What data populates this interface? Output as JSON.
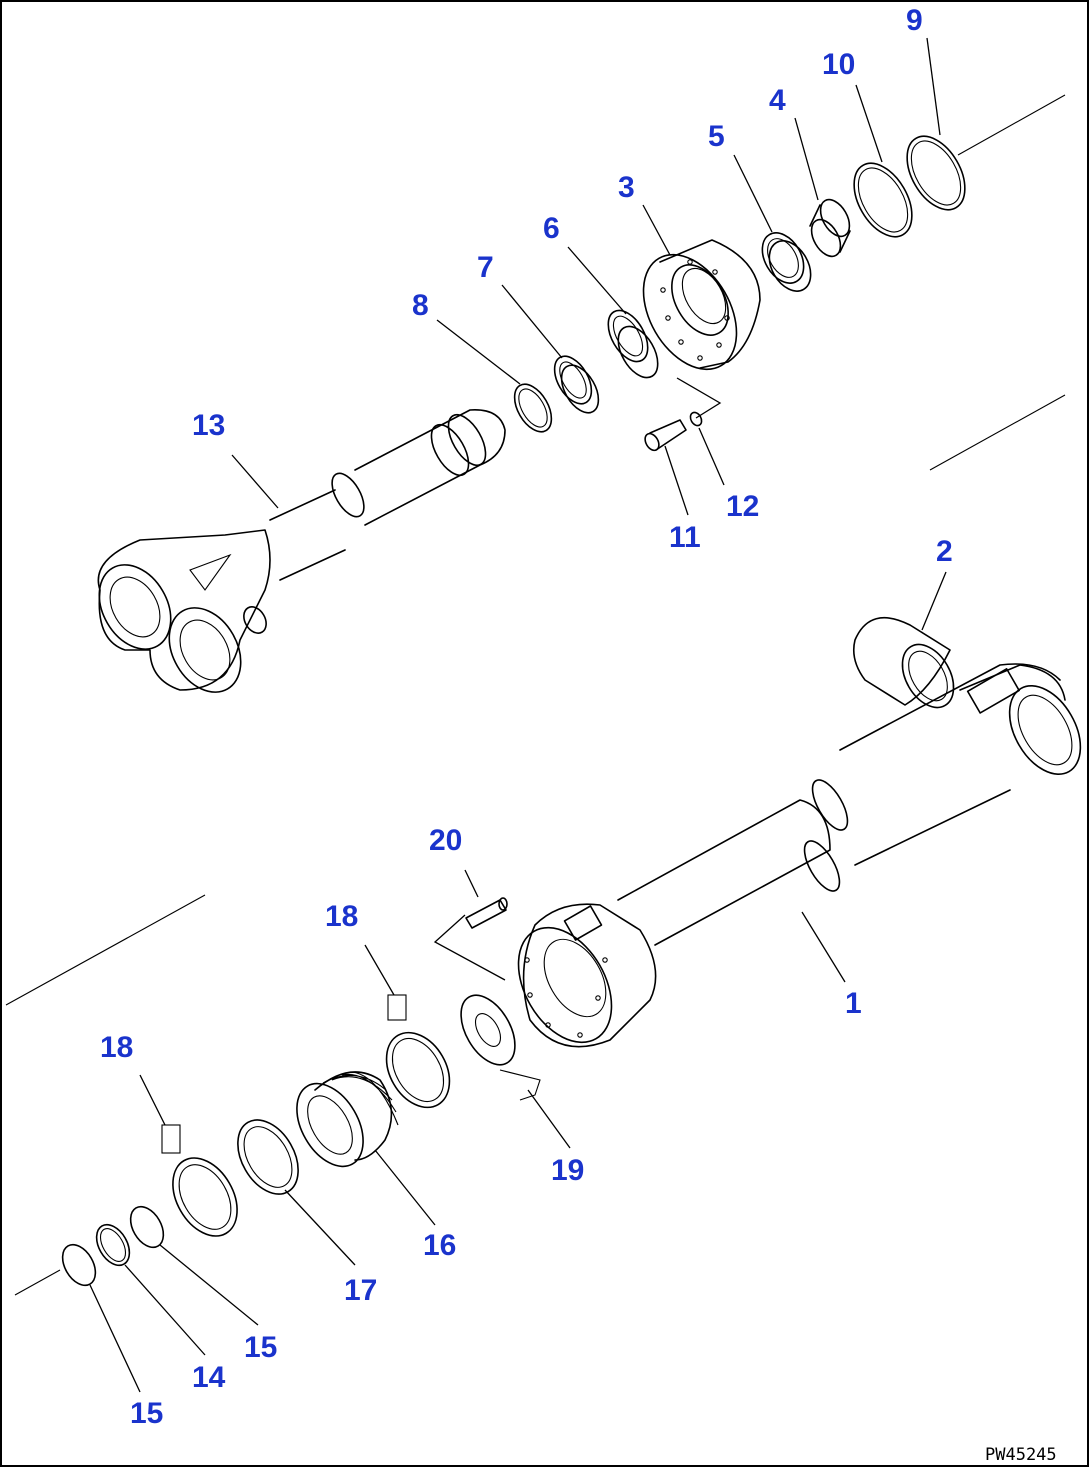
{
  "diagram": {
    "labels": [
      {
        "id": "9",
        "text": "9"
      },
      {
        "id": "10",
        "text": "10"
      },
      {
        "id": "4",
        "text": "4"
      },
      {
        "id": "5",
        "text": "5"
      },
      {
        "id": "3",
        "text": "3"
      },
      {
        "id": "6",
        "text": "6"
      },
      {
        "id": "7",
        "text": "7"
      },
      {
        "id": "8",
        "text": "8"
      },
      {
        "id": "13",
        "text": "13"
      },
      {
        "id": "12",
        "text": "12"
      },
      {
        "id": "11",
        "text": "11"
      },
      {
        "id": "2",
        "text": "2"
      },
      {
        "id": "20",
        "text": "20"
      },
      {
        "id": "18a",
        "text": "18"
      },
      {
        "id": "1",
        "text": "1"
      },
      {
        "id": "18b",
        "text": "18"
      },
      {
        "id": "19",
        "text": "19"
      },
      {
        "id": "16",
        "text": "16"
      },
      {
        "id": "17",
        "text": "17"
      },
      {
        "id": "15a",
        "text": "15"
      },
      {
        "id": "14",
        "text": "14"
      },
      {
        "id": "15b",
        "text": "15"
      }
    ],
    "drawing_code": "PW45245",
    "label_color": "#1a33cc"
  }
}
